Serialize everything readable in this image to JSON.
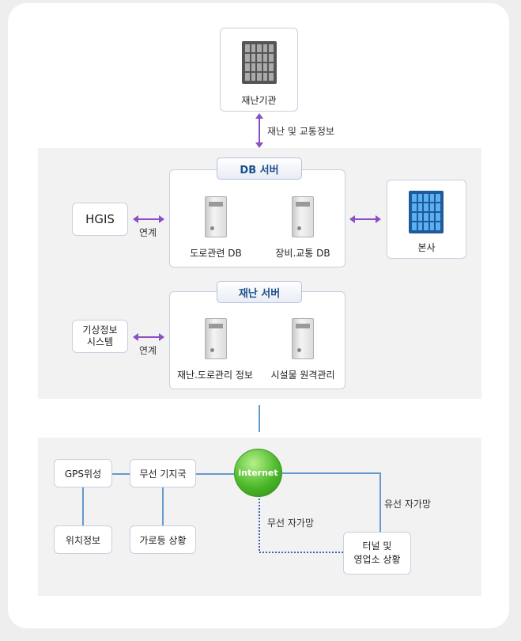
{
  "top": {
    "agency": "재난기관",
    "link_label": "재난 및 교통정보"
  },
  "db_server": {
    "title": "DB 서버",
    "left_node": "HGIS",
    "left_link": "연계",
    "db1": "도로관련 DB",
    "db2": "장비.교통 DB",
    "right_node": "본사"
  },
  "disaster_server": {
    "title": "재난 서버",
    "left_node": "기상정보\n시스템",
    "left_link": "연계",
    "srv1": "재난.도로관리 정보",
    "srv2": "시설물 원격관리"
  },
  "network": {
    "gps": "GPS위성",
    "location": "위치정보",
    "wireless_station": "무선 기지국",
    "street_light": "가로등 상황",
    "internet": "internet",
    "wireless_net": "무선 자가망",
    "wired_net": "유선 자가망",
    "tunnel": "터널 및\n영업소 상황"
  },
  "colors": {
    "accent": "#1a4f8b",
    "link_arrow": "#8a4fc4",
    "network_line": "#6699cc",
    "internet_green": "#4cb82a"
  }
}
